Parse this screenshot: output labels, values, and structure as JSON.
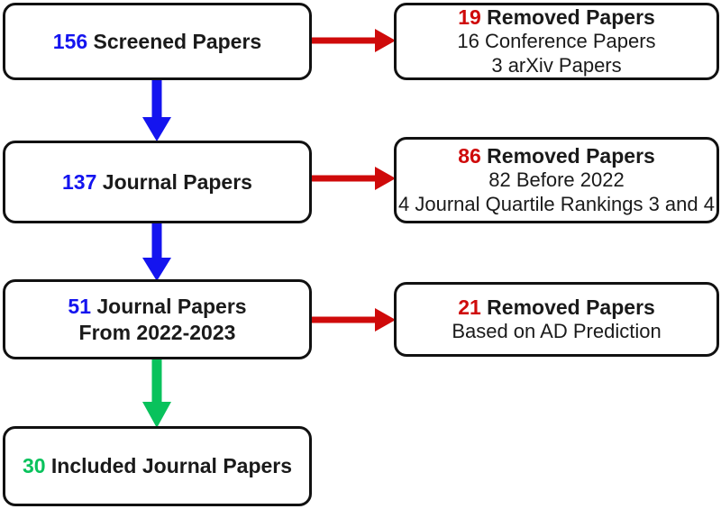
{
  "diagram": {
    "title": "Paper screening flow diagram",
    "colors": {
      "blue": "#1414ef",
      "red": "#cf0a0a",
      "green": "#09c25c",
      "box_border": "#111111",
      "background": "#ffffff"
    }
  },
  "nodes": {
    "screened": {
      "number": "156",
      "label": " Screened Papers",
      "number_color": "#1414ef"
    },
    "removed_1": {
      "number": "19",
      "label": " Removed Papers",
      "detail_1": "16 Conference Papers",
      "detail_2": "3 arXiv Papers",
      "number_color": "#cf0a0a"
    },
    "journal": {
      "number": "137",
      "label": " Journal Papers",
      "number_color": "#1414ef"
    },
    "removed_2": {
      "number": "86",
      "label": " Removed Papers",
      "detail_1": "82 Before 2022",
      "detail_2": "4 Journal Quartile Rankings 3 and 4",
      "number_color": "#cf0a0a"
    },
    "journal_2022_2023": {
      "number": "51",
      "label": " Journal Papers",
      "line2": "From 2022-2023",
      "number_color": "#1414ef"
    },
    "removed_3": {
      "number": "21",
      "label": " Removed Papers",
      "detail_1": "Based on AD Prediction",
      "number_color": "#cf0a0a"
    },
    "included": {
      "number": "30",
      "label": " Included Journal Papers",
      "number_color": "#09c25c"
    }
  },
  "arrows": {
    "screened_to_removed1": {
      "name": "red-arrow-right",
      "color": "#cf0a0a"
    },
    "screened_to_journal": {
      "name": "blue-arrow-down",
      "color": "#1414ef"
    },
    "journal_to_removed2": {
      "name": "red-arrow-right",
      "color": "#cf0a0a"
    },
    "journal_to_2022": {
      "name": "blue-arrow-down",
      "color": "#1414ef"
    },
    "j2022_to_removed3": {
      "name": "red-arrow-right",
      "color": "#cf0a0a"
    },
    "j2022_to_included": {
      "name": "green-arrow-down",
      "color": "#09c25c"
    }
  }
}
